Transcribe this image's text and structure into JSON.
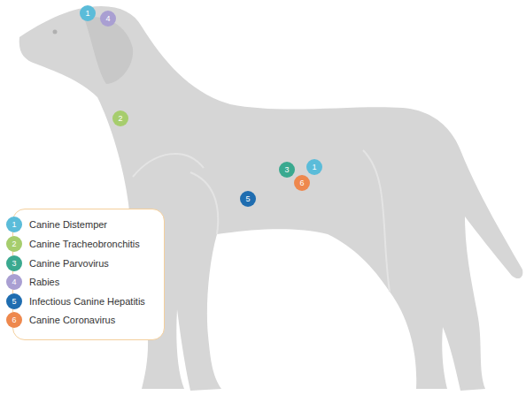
{
  "diagram": {
    "labels": [
      "1",
      "4",
      "2",
      "3",
      "1",
      "6",
      "5",
      "1",
      "2",
      "3",
      "4",
      "5",
      "6"
    ],
    "legend": [
      {
        "text": "Canine Distemper",
        "color": "#5bbcd9"
      },
      {
        "text": "Canine Tracheobronchitis",
        "color": "#a6cd6d"
      },
      {
        "text": "Canine Parvovirus",
        "color": "#3aa98f"
      },
      {
        "text": "Rabies",
        "color": "#a99fd2"
      },
      {
        "text": "Infectious Canine Hepatitis",
        "color": "#1f6db0"
      },
      {
        "text": "Canine Coronavirus",
        "color": "#ee884d"
      }
    ]
  }
}
